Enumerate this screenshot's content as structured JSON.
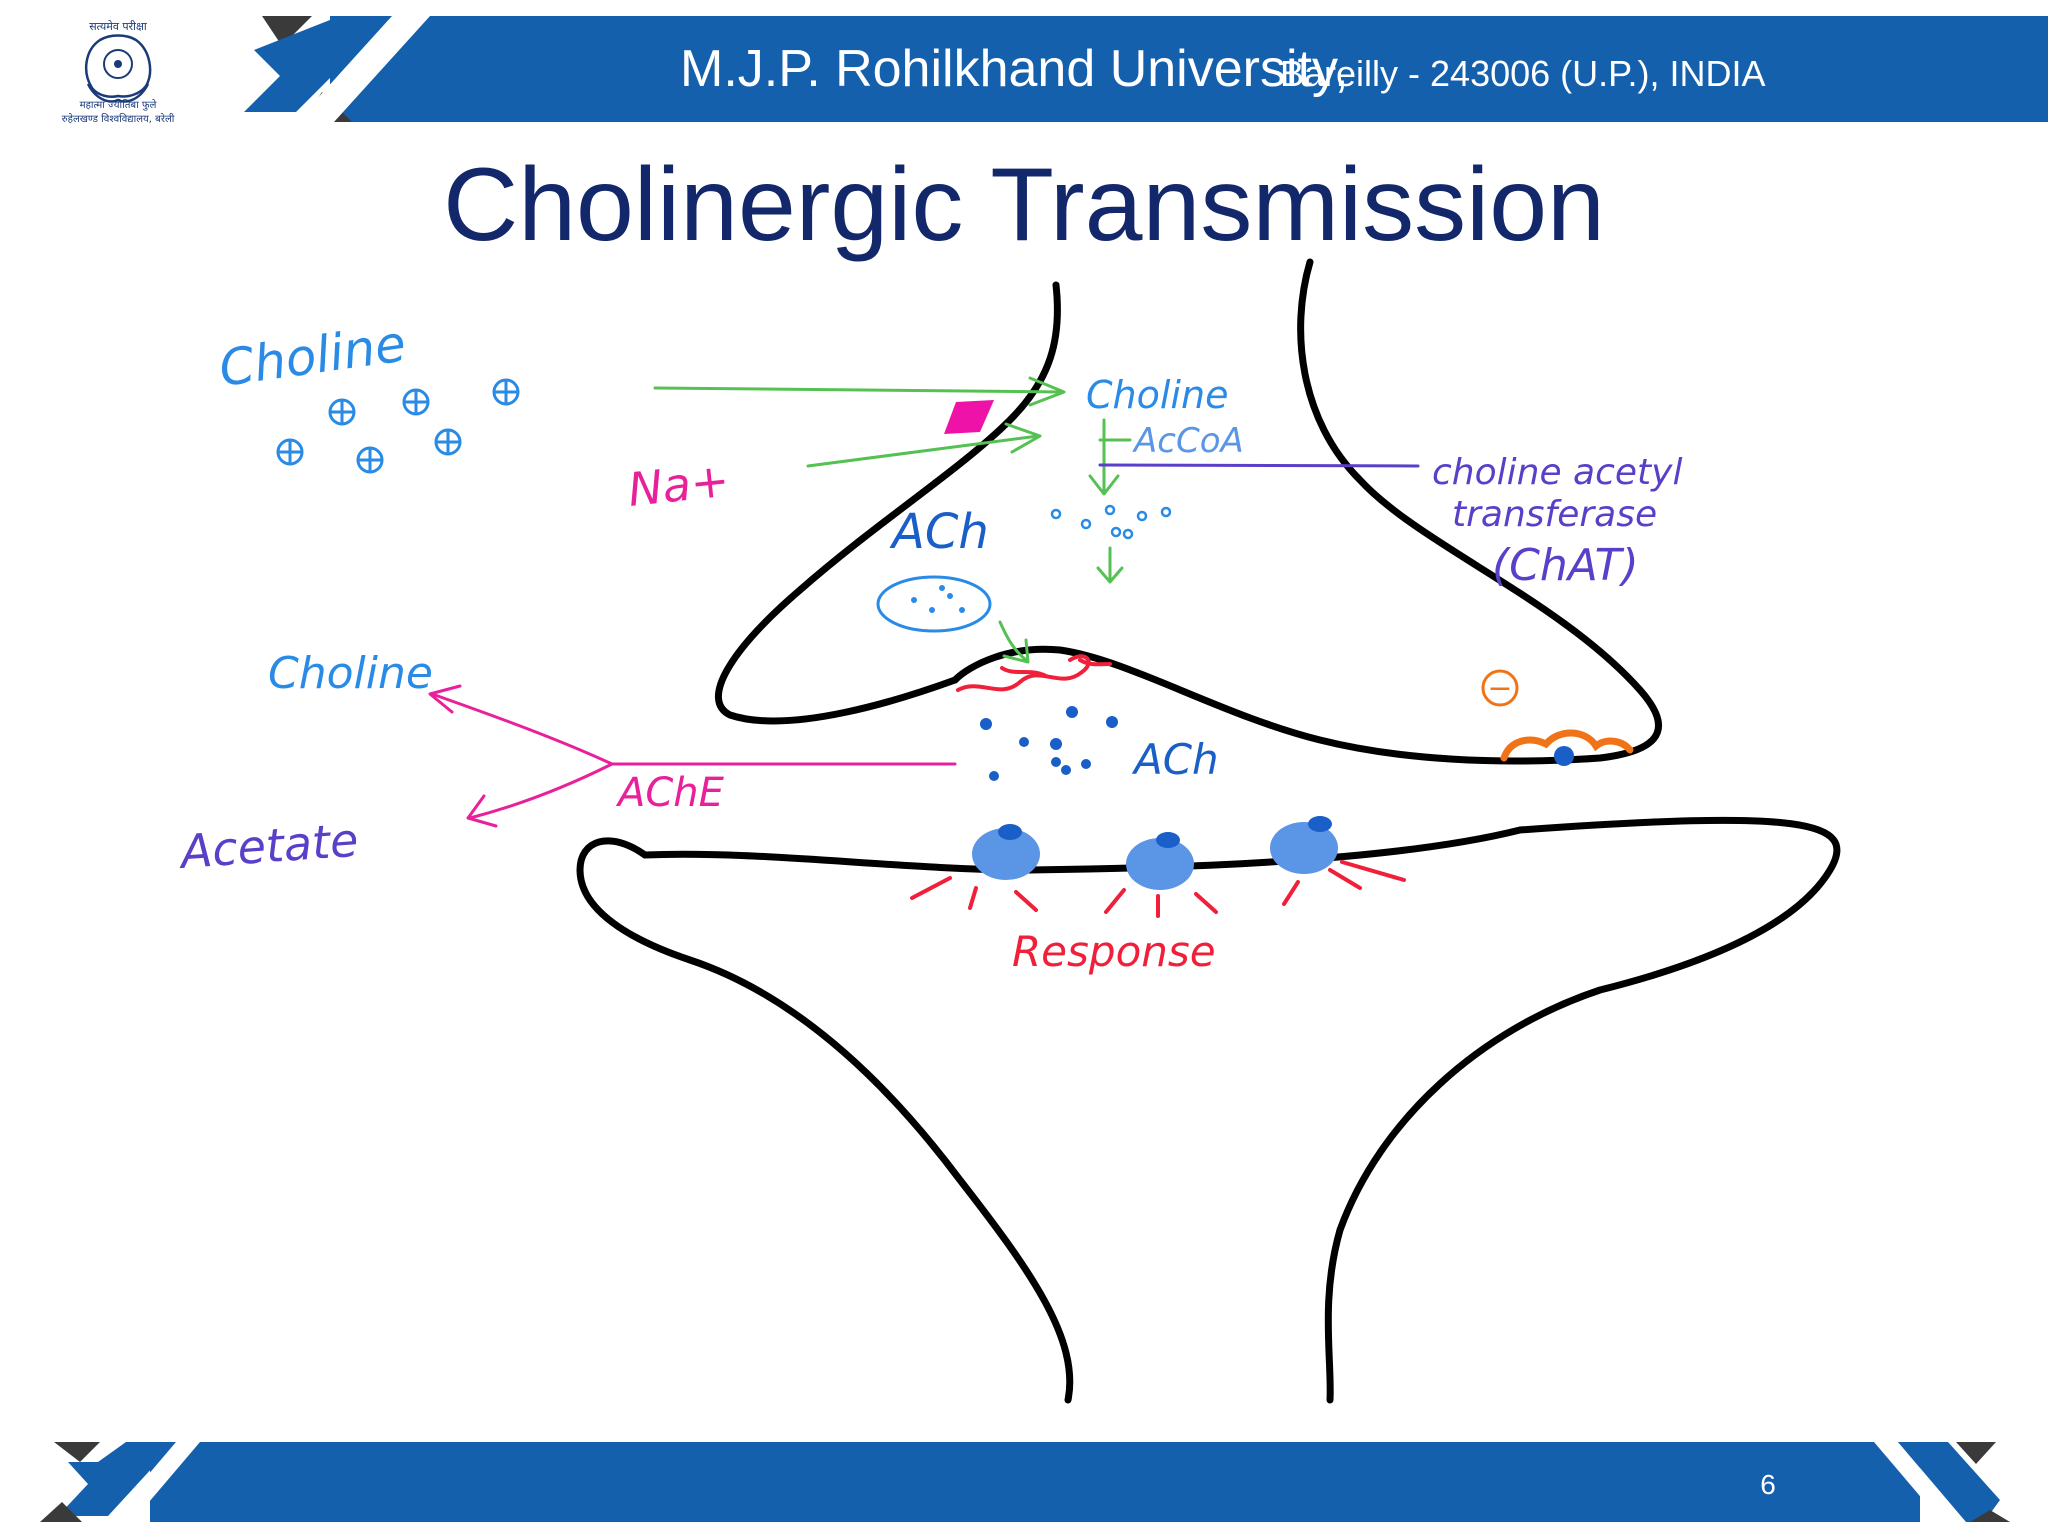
{
  "header": {
    "university_name": "M.J.P. Rohilkhand University,",
    "university_location": "Bareilly - 243006 (U.P.), INDIA",
    "logo_top_text": "सत्यमेव परीक्षा",
    "logo_line1": "महात्मा ज्योतिबा फुले",
    "logo_line2": "रुहेलखण्ड विश्वविद्यालय, बरेली"
  },
  "slide": {
    "title": "Cholinergic Transmission",
    "page_number": "6"
  },
  "diagram": {
    "choline_outside": "Choline",
    "na_label": "Na+",
    "choline_inside": "Choline",
    "accoa_label": "AcCoA",
    "chat_line1": "choline acetyl",
    "chat_line2": "transferase",
    "chat_line3": "(ChAT)",
    "ach_top": "ACh",
    "ach_cleft": "ACh",
    "ache_label": "AChE",
    "choline_product": "Choline",
    "acetate_label": "Acetate",
    "inhibit_symbol": "−",
    "response_label": "Response"
  },
  "colors": {
    "header_blue": "#1560ad",
    "title_navy": "#13286b",
    "hand_blue": "#2a8be6",
    "hand_magenta": "#e8209a",
    "hand_purple": "#5a3fc8",
    "hand_green": "#55c152",
    "hand_red": "#f0203a",
    "hand_orange": "#f07318",
    "transporter_pink": "#ee12a8"
  }
}
